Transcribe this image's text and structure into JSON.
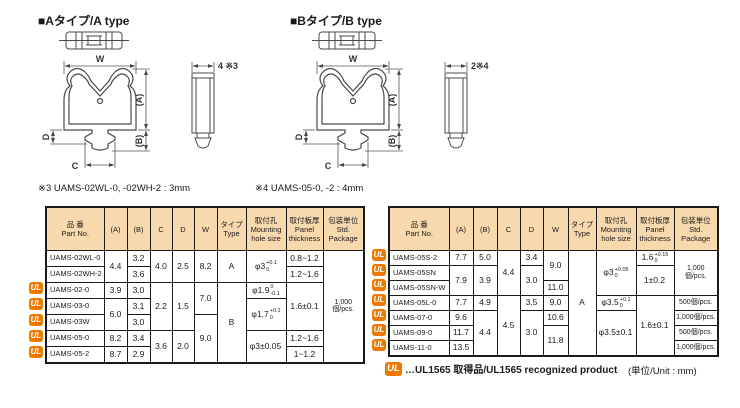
{
  "badges": {
    "ul": "UL"
  },
  "sections": {
    "type_a": {
      "title": "■Aタイプ/A type",
      "note": "※3 UAMS-02WL-0, -02WH-2 : 3mm",
      "dim_side": "4 ※3"
    },
    "type_b": {
      "title": "■Bタイプ/B type",
      "note": "※4 UAMS-05-0, -2 : 4mm",
      "dim_side": "2※4"
    }
  },
  "dims": {
    "w": "W",
    "a": "(A)",
    "b": "(B)",
    "c": "C",
    "d": "D"
  },
  "headers": {
    "part": "品 番\nPart No.",
    "a": "(A)",
    "b": "(B)",
    "c": "C",
    "d": "D",
    "w": "W",
    "type": "タイプ\nType",
    "hole": "取付孔\nMounting\nhole size",
    "panel": "取付板厚\nPanel\nthickness",
    "pkg": "包装単位\nStd. Package"
  },
  "left_table": {
    "rows": [
      {
        "part": "UAMS-02WL-0",
        "a": "4.4",
        "b": "3.2",
        "c": "4.0",
        "d": "2.5",
        "w": "8.2",
        "type": "A",
        "hole": {
          "base": "φ3",
          "top": "+0.1",
          "bot": "0"
        },
        "panel": "0.8~1.2",
        "pkg": "1,000\n個/pcs."
      },
      {
        "part": "UAMS-02WH-2",
        "b": "3.6",
        "panel": "1.2~1.6"
      },
      {
        "part": "UAMS-02-0",
        "a": "3.9",
        "b": "3.0",
        "c": "2.2",
        "d": "1.5",
        "w": "7.0",
        "type": "B",
        "hole": {
          "base": "φ1.9",
          "top": "0",
          "bot": "-0.1"
        },
        "panel": "1.6±0.1"
      },
      {
        "part": "UAMS-03-0",
        "a": "6.0",
        "b": "3.1",
        "hole": {
          "base": "φ1.7",
          "top": "+0.1",
          "bot": "0"
        }
      },
      {
        "part": "UAMS-03W",
        "b": "3.0",
        "w": "9.0"
      },
      {
        "part": "UAMS-05-0",
        "a": "8.2",
        "b": "3.4",
        "c": "3.6",
        "d": "2.0",
        "hole": {
          "base": "φ3±0.05"
        },
        "panel": "1.2~1.6"
      },
      {
        "part": "UAMS-05-2",
        "a": "8.7",
        "b": "2.9",
        "panel": "1~1.2"
      }
    ]
  },
  "right_table": {
    "rows": [
      {
        "part": "UAMS-05S-2",
        "a": "7.7",
        "b": "5.0",
        "c": "4.4",
        "d": "3.4",
        "w": "9.0",
        "type": "A",
        "hole": {
          "base": "φ3",
          "top": "+0.05",
          "bot": "0"
        },
        "panel": {
          "base": "1.6",
          "top": "+0.15",
          "bot": "0"
        },
        "pkg": "1,000\n個/pcs."
      },
      {
        "part": "UAMS-05SN",
        "a": "7.9",
        "b": "3.9",
        "d": "3.0",
        "panel": {
          "base": "1±0.2"
        }
      },
      {
        "part": "UAMS-05SN-W",
        "w": "11.0"
      },
      {
        "part": "UAMS-05L-0",
        "a": "7.7",
        "b": "4.9",
        "c": "4.5",
        "d": "3.5",
        "w": "9.0",
        "hole": {
          "base": "φ3.5",
          "top": "+0.1",
          "bot": "0"
        },
        "panel": {
          "base": "1.6±0.1"
        },
        "pkg": "500個/pcs."
      },
      {
        "part": "UAMS-07-0",
        "a": "9.6",
        "b": "4.4",
        "d": "3.0",
        "w": "10.6",
        "hole": {
          "base": "φ3.5±0.1"
        },
        "pkg": "1,000個/pcs."
      },
      {
        "part": "UAMS-09-0",
        "a": "11.7",
        "w": "11.8",
        "pkg": "500個/pcs."
      },
      {
        "part": "UAMS-11-0",
        "a": "13.5",
        "pkg": "1,000個/pcs."
      }
    ]
  },
  "footer": {
    "legend_text": "…UL1565 取得品/UL1565 recognized product",
    "unit": "(単位/Unit : mm)"
  }
}
